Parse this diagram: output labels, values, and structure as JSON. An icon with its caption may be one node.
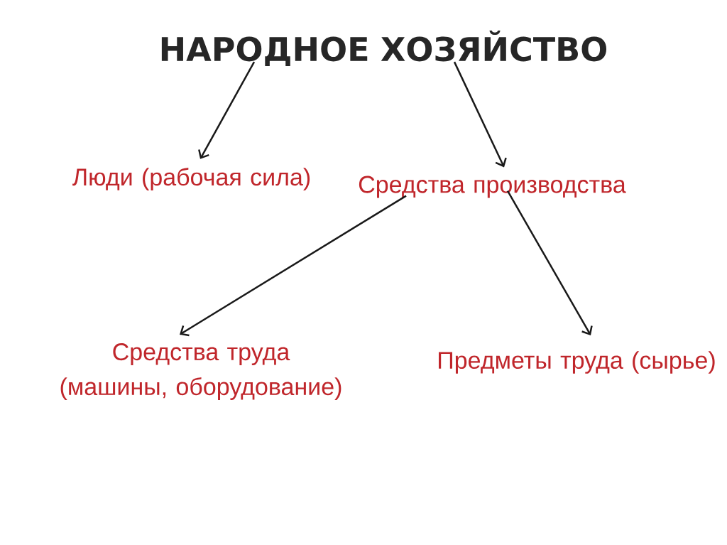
{
  "diagram": {
    "nodes": [
      {
        "text": [
          "НАРОДНОЕ ХОЗЯЙСТВО"
        ]
      },
      {
        "text": [
          "Люди (рабочая сила)"
        ]
      },
      {
        "text": [
          "Средства производства"
        ]
      },
      {
        "text": [
          "Средства труда (машины, оборудование)"
        ]
      },
      {
        "text": [
          "Предметы труда (сырье)"
        ]
      }
    ],
    "edges": [
      {
        "from": 0,
        "to": 1,
        "arrow": "to"
      },
      {
        "from": 0,
        "to": 2,
        "arrow": "to"
      },
      {
        "from": 2,
        "to": 3,
        "arrow": "to"
      },
      {
        "from": 2,
        "to": 4,
        "arrow": "to"
      }
    ]
  }
}
